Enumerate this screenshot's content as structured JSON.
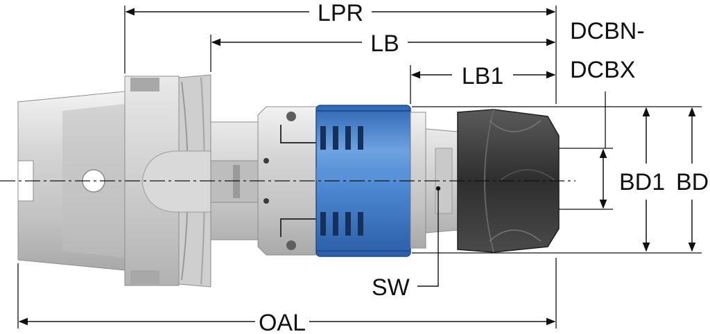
{
  "labels": {
    "lpr": "LPR",
    "lb": "LB",
    "lb1": "LB1",
    "dcbn": "DCBN-",
    "dcbx": "DCBX",
    "bd1": "BD1",
    "bd": "BD",
    "sw": "SW",
    "oal": "OAL"
  },
  "colors": {
    "steel_light": "#e2e2e2",
    "steel_mid": "#c6c6c6",
    "steel_dark": "#9c9c9c",
    "sleeve_blue": "#3d79c6",
    "sleeve_blue_light": "#7eaee6",
    "nut_dark": "#3a3a3a",
    "line": "#111111"
  }
}
